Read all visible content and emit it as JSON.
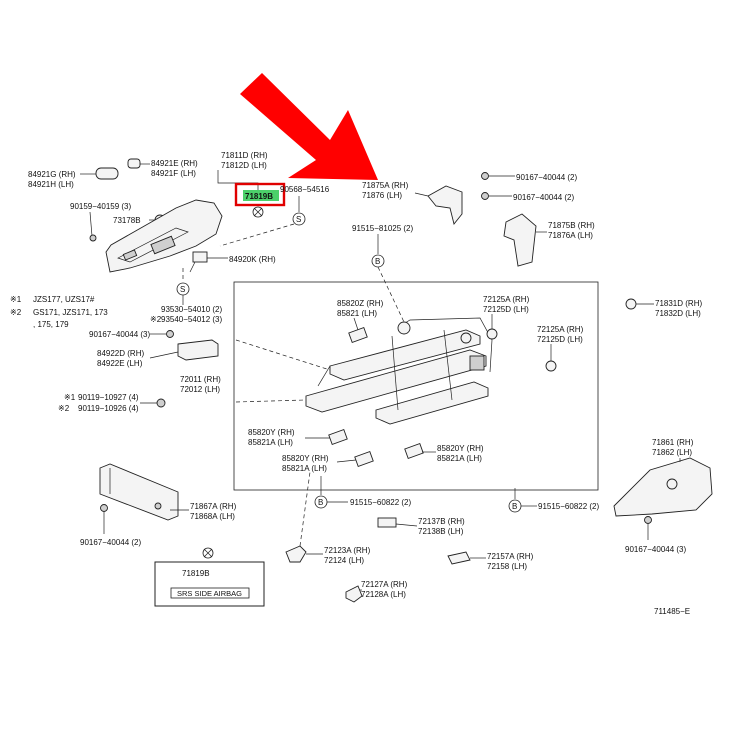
{
  "highlight": {
    "part_number": "71819B",
    "box_color": "#e00000",
    "fill_color": "#4cd06a",
    "arrow_color": "#ff0000"
  },
  "labels": {
    "l84921G": "84921G (RH)",
    "l84921H": "84921H (LH)",
    "l84921E": "84921E (RH)",
    "l84921F": "84921F (LH)",
    "l71811D": "71811D (RH)",
    "l71812D": "71812D (LH)",
    "l90159": "90159−40159 (3)",
    "l73178B": "73178B",
    "l90568": "90568−54516",
    "l84920K": "84920K (RH)",
    "l93530": "93530−54010 (2)",
    "l93540": "93540−54012 (3)",
    "l71875A": "71875A (RH)",
    "l71876": "71876   (LH)",
    "l90167a": "90167−40044 (2)",
    "l90167b": "90167−40044 (2)",
    "l71875B": "71875B (RH)",
    "l71876A": "71876A (LH)",
    "l91515a": "91515−81025 (2)",
    "l85820Z": "85820Z (RH)",
    "l85821": "85821   (LH)",
    "l72125A1": "72125A (RH)",
    "l72125D1": "72125D (LH)",
    "l72125A2": "72125A (RH)",
    "l72125D2": "72125D (LH)",
    "l71831D": "71831D (RH)",
    "l71832D": "71832D (LH)",
    "l90167c": "90167−40044 (3)",
    "l84922D": "84922D (RH)",
    "l84922E": "84922E (LH)",
    "l72011": "72011 (RH)",
    "l72012": "72012 (LH)",
    "l90119a": "90119−10927 (4)",
    "l90119b": "90119−10926 (4)",
    "l85820Ya": "85820Y (RH)",
    "l85821Aa": "85821A (LH)",
    "l85820Yb": "85820Y (RH)",
    "l85821Ab": "85821A (LH)",
    "l85820Yc": "85820Y (RH)",
    "l85821Ac": "85821A (LH)",
    "l71861": "71861 (RH)",
    "l71862": "71862 (LH)",
    "l91515b": "91515−60822 (2)",
    "l91515c": "91515−60822 (2)",
    "l71867A": "71867A (RH)",
    "l71868A": "71868A (LH)",
    "l72137B": "72137B (RH)",
    "l72138B": "72138B (LH)",
    "l90167d": "90167−40044 (2)",
    "l90167e": "90167−40044 (3)",
    "l72123A": "72123A (RH)",
    "l72124": "72124   (LH)",
    "l72157A": "72157A (RH)",
    "l72158": "72158   (LH)",
    "l72127A": "72127A (RH)",
    "l72128A": "72128A (LH)",
    "label_box_part": "71819B",
    "label_box_sticker": "SRS SIDE AIRBAG",
    "figure_code": "711485−E"
  },
  "notes": {
    "n1_mark": "※1",
    "n1_text": "JZS177, UZS17#",
    "n2_mark": "※2",
    "n2_text": "GS171, JZS171, 173",
    "n2_text2": ", 175, 179",
    "m1": "※1",
    "m2": "※2"
  },
  "symbols": {
    "s": "S",
    "b": "B"
  }
}
